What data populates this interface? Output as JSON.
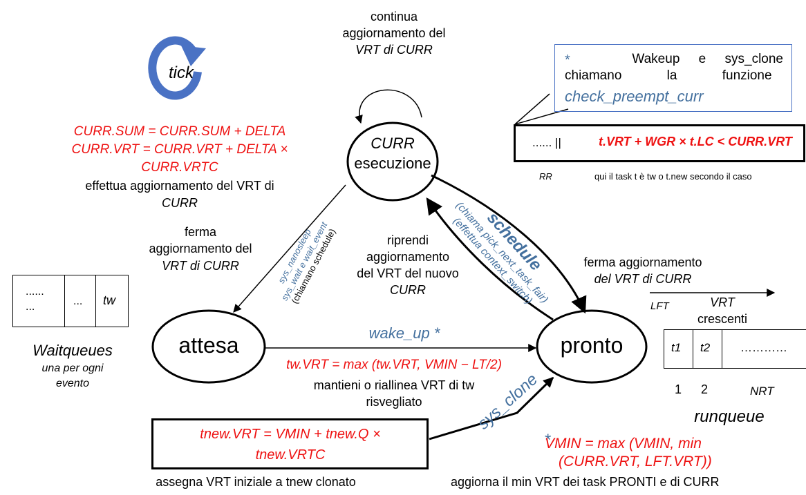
{
  "states": {
    "curr_name": "CURR",
    "curr_sub": "esecuzione",
    "attesa": "attesa",
    "pronto": "pronto"
  },
  "tick": "tick",
  "top_loop": [
    "continua",
    "aggiornamento del",
    "VRT di CURR"
  ],
  "curr_formulas": [
    "CURR.SUM = CURR.SUM + DELTA",
    "CURR.VRT = CURR.VRT + DELTA ×",
    "CURR.VRTC"
  ],
  "curr_caption": [
    "effettua aggiornamento del VRT di",
    "CURR"
  ],
  "left_stop": [
    "ferma",
    "aggiornamento del",
    "VRT di CURR"
  ],
  "left_edge": [
    "sys_nanosleep",
    "sys_wait e wait_event",
    "(chiamano schedule)"
  ],
  "resume": [
    "riprendi",
    "aggiornamento",
    "del VRT del nuovo",
    "CURR"
  ],
  "schedule_edge": [
    "schedule",
    "(chiama pick_next_task_fair)",
    "(effettua context_switch)"
  ],
  "right_stop": [
    "ferma aggiornamento",
    "del VRT di CURR"
  ],
  "wake": {
    "label": "wake_up *",
    "formula": "tw.VRT = max (tw.VRT,  VMIN − LT/2)",
    "caption": [
      "mantieni o riallinea VRT di tw",
      "risvegliato"
    ]
  },
  "waitqueue": {
    "cells": [
      "......",
      "...",
      "...",
      "tw"
    ],
    "title": "Waitqueues",
    "sub": [
      "una per ogni",
      "evento"
    ]
  },
  "note": {
    "star": "*",
    "lines": [
      "Wakeup e sys_clone",
      "chiamano la funzione"
    ],
    "func": "check_preempt_curr",
    "cond_prefix": "......  ||",
    "cond": "t.VRT + WGR × t.LC < CURR.VRT",
    "rr": "RR",
    "comment": "qui il task t è tw o t.new secondo il caso"
  },
  "runqueue": {
    "lft": "LFT",
    "vrt": "VRT",
    "crescenti": "crescenti",
    "cells": [
      "t1",
      "t2",
      "…………"
    ],
    "idx": [
      "1",
      "2"
    ],
    "nrt": "NRT",
    "title": "runqueue"
  },
  "clone": {
    "label": "sys_clone",
    "star": "*",
    "formula": [
      "tnew.VRT = VMIN + tnew.Q ×",
      "tnew.VRTC"
    ],
    "caption": "assegna VRT iniziale a tnew clonato"
  },
  "vmin": {
    "formula": [
      "VMIN = max (VMIN,  min",
      "(CURR.VRT,  LFT.VRT))"
    ],
    "caption": "aggiorna il min VRT dei task PRONTI e di CURR"
  }
}
